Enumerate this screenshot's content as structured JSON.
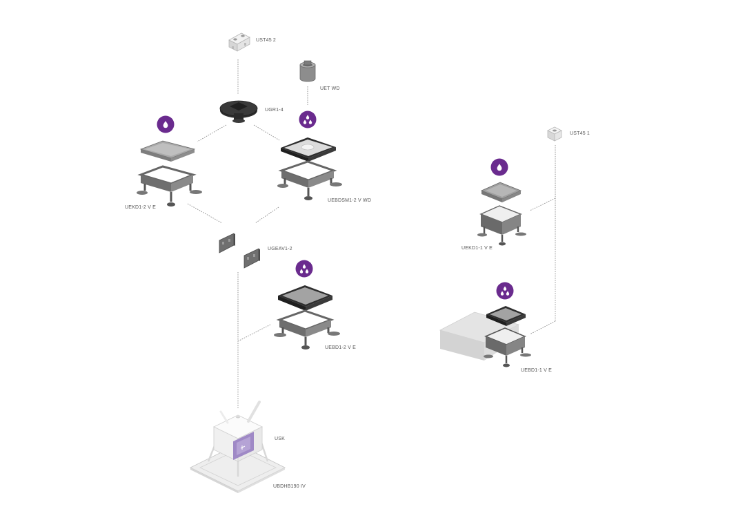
{
  "colors": {
    "accent": "#6a2b8e",
    "metal_light": "#9a9a9a",
    "metal": "#6c6c6c",
    "metal_dark": "#4a4a4a",
    "lid_black": "#2a2a2a",
    "concrete": "#dcdcdc",
    "line": "#8a8a8a",
    "text": "#555555"
  },
  "icons": {
    "single_drop": "water-drop-icon",
    "triple_drop": "triple-water-drop-icon"
  },
  "labels": {
    "ust45_2": "UST45 2",
    "uet_wd": "UET WD",
    "ugr1_4": "UGR1-4",
    "uekd1_2": "UEKD1-2 V E",
    "uebdsm1_2": "UEBDSM1-2 V WD",
    "ugeav1_2": "UGEAV1-2",
    "uebd1_2": "UEBD1-2 V E",
    "usk": "USK",
    "ubdhb190": "UBDHB190 IV",
    "ust45_1": "UST45 1",
    "uekd1_1": "UEKD1-1 V E",
    "uebd1_1": "UEBD1-1 V E"
  }
}
